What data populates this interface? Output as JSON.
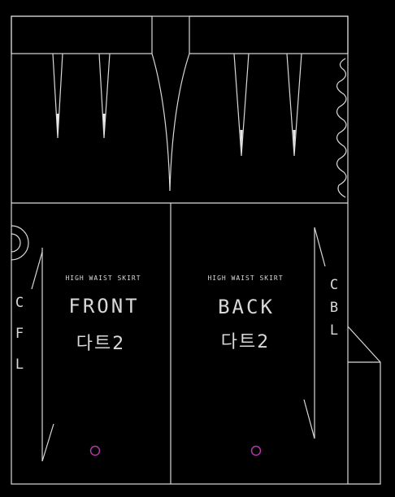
{
  "front": {
    "subtitle": "HIGH WAIST SKIRT",
    "title": "FRONT",
    "dart": "다트2",
    "side_label": [
      "C",
      "F",
      "L"
    ]
  },
  "back": {
    "subtitle": "HIGH WAIST SKIRT",
    "title": "BACK",
    "dart": "다트2",
    "side_label": [
      "C",
      "B",
      "L"
    ]
  },
  "colors": {
    "background": "#000000",
    "line": "#d9d9d9",
    "marker": "#b03aa8"
  }
}
